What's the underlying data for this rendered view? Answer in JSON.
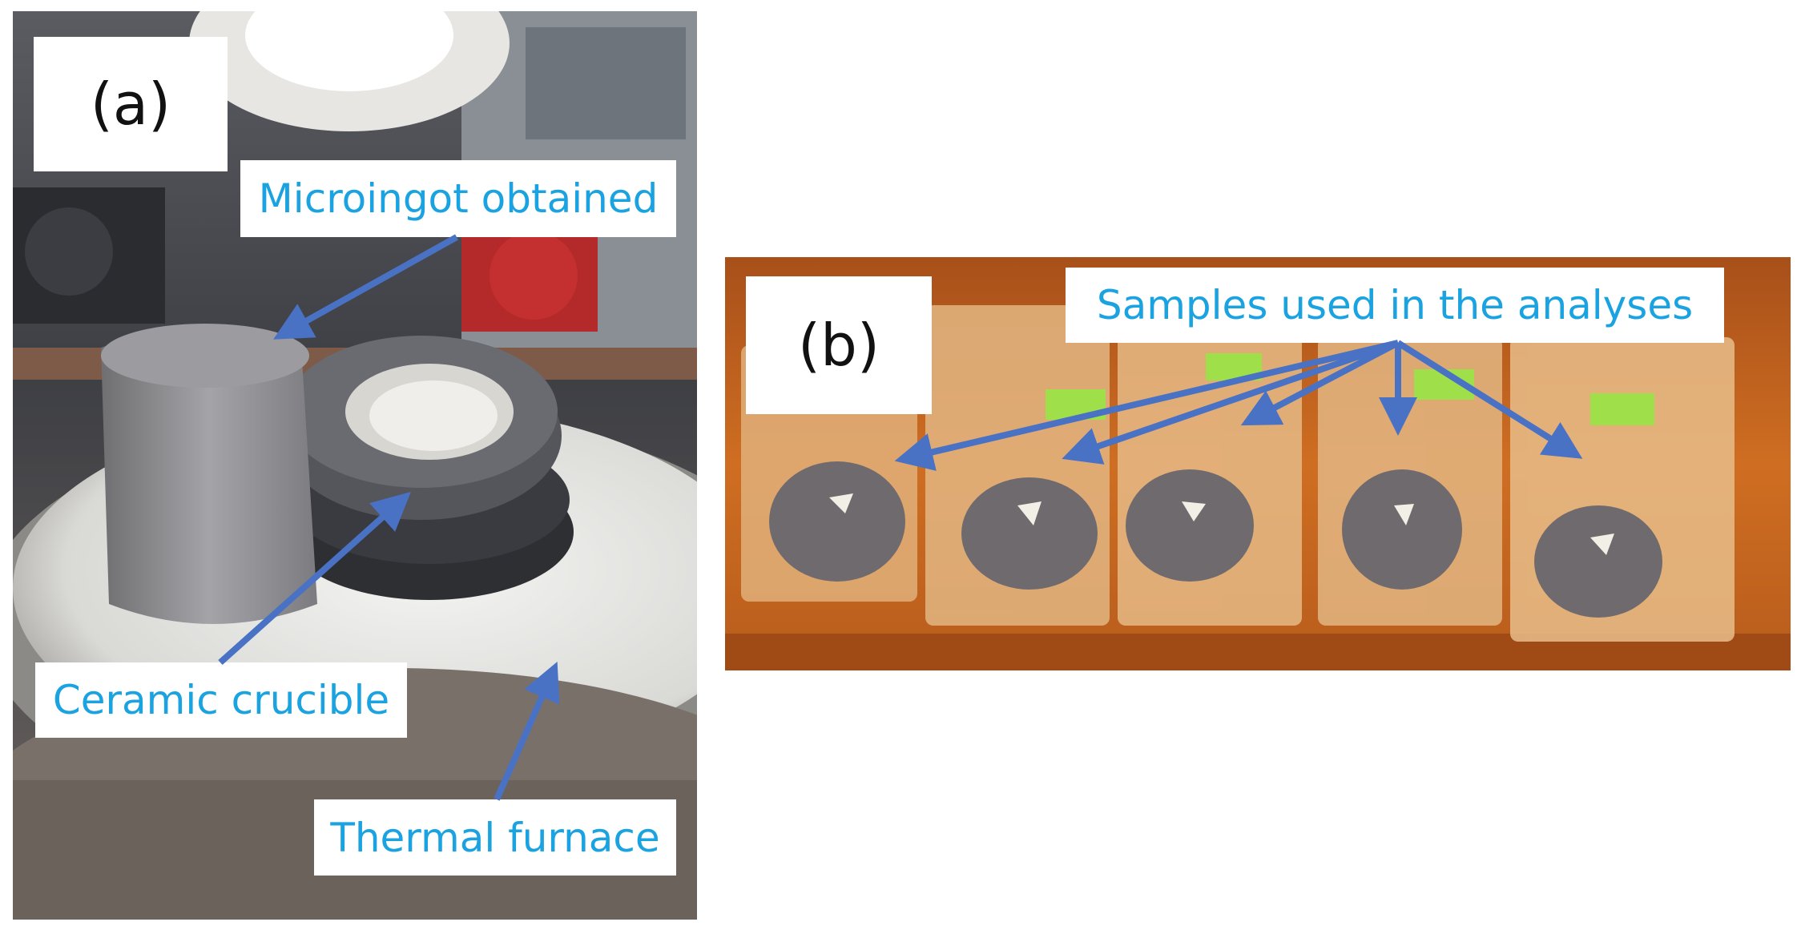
{
  "panel_a": {
    "tag": "(a)",
    "labels": {
      "microingot": "Microingot obtained",
      "crucible": "Ceramic crucible",
      "furnace": "Thermal furnace"
    }
  },
  "panel_b": {
    "tag": "(b)",
    "labels": {
      "samples": "Samples used in the analyses"
    },
    "sample_count": 5
  },
  "colors": {
    "callout_text": "#1aa3e0",
    "arrow": "#4a72c4",
    "table_wood": "#c86a1e"
  }
}
